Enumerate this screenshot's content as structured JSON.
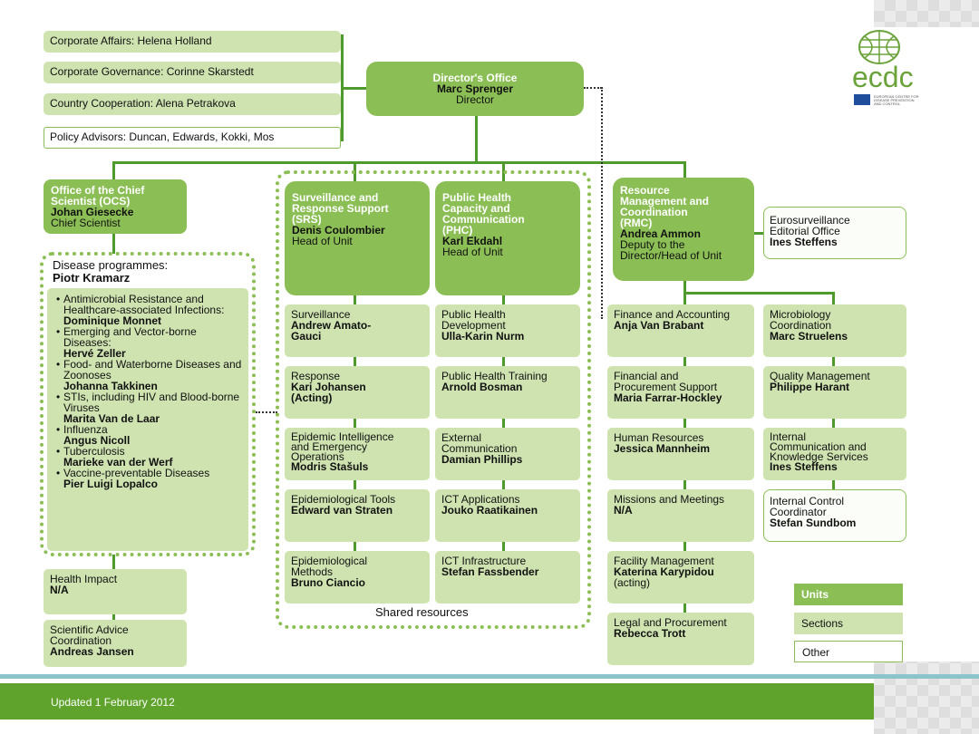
{
  "colors": {
    "unit": "#8bbf55",
    "section": "#cfe3b0",
    "connector": "#4f9a2d",
    "footer": "#5fa32c"
  },
  "top_sections": [
    "Corporate Affairs: Helena Holland",
    "Corporate Governance: Corinne Skarstedt",
    "Country Cooperation: Alena Petrakova"
  ],
  "policy_advisors": "Policy Advisors: Duncan, Edwards, Kokki, Mos",
  "director": {
    "title": "Director's Office",
    "name": "Marc Sprenger",
    "role": "Director"
  },
  "ocs": {
    "title1": "Office of the Chief",
    "title2": "Scientist (OCS)",
    "name": "Johan Giesecke",
    "role": "Chief Scientist"
  },
  "disease": {
    "title": "Disease programmes:",
    "head": "Piotr Kramarz",
    "programmes": [
      {
        "label": "Antimicrobial Resistance and Healthcare-associated Infections:",
        "name": "Dominique Monnet"
      },
      {
        "label": "Emerging and Vector-borne Diseases:",
        "name": "Hervé Zeller"
      },
      {
        "label": "Food- and Waterborne Diseases and Zoonoses",
        "name": "Johanna Takkinen"
      },
      {
        "label": "STIs, including HIV and Blood-borne Viruses",
        "name": "Marita Van de Laar"
      },
      {
        "label": "Influenza",
        "name": "Angus Nicoll"
      },
      {
        "label": "Tuberculosis",
        "name": "Marieke van der Werf"
      },
      {
        "label": "Vaccine-preventable Diseases",
        "name": "Pier Luigi Lopalco"
      }
    ]
  },
  "health_impact": {
    "label": "Health Impact",
    "name": "N/A"
  },
  "scientific_advice": {
    "label1": "Scientific Advice",
    "label2": "Coordination",
    "name": "Andreas Jansen"
  },
  "srs": {
    "t1": "Surveillance and",
    "t2": "Response Support",
    "t3": "(SRS)",
    "name": "Denis Coulombier",
    "role": "Head of Unit"
  },
  "phc": {
    "t1": "Public Health",
    "t2": "Capacity and",
    "t3": "Communication",
    "t4": "(PHC)",
    "name": "Karl Ekdahl",
    "role": "Head of Unit"
  },
  "rmc": {
    "t1": "Resource",
    "t2": "Management and",
    "t3": "Coordination",
    "t4": "(RMC)",
    "name": "Andrea Ammon",
    "role1": "Deputy to the",
    "role2": "Director/Head of Unit"
  },
  "eurosurveillance": {
    "l1": "Eurosurveillance",
    "l2": "Editorial Office",
    "name": "Ines Steffens"
  },
  "srs_sections": [
    {
      "l1": "Surveillance",
      "l2": "",
      "name1": "Andrew Amato-",
      "name2": "Gauci"
    },
    {
      "l1": "Response",
      "l2": "",
      "name1": "Kari Johansen",
      "name2": "(Acting)"
    },
    {
      "l1": "Epidemic Intelligence",
      "l2": "and Emergency",
      "l3": "Operations",
      "name1": "Modris Stašuls",
      "name2": ""
    },
    {
      "l1": "Epidemiological Tools",
      "l2": "",
      "name1": "Edward van Straten",
      "name2": ""
    },
    {
      "l1": "Epidemiological",
      "l2": "Methods",
      "name1": "Bruno Ciancio",
      "name2": ""
    }
  ],
  "phc_sections": [
    {
      "l1": "Public Health",
      "l2": "Development",
      "name": "Ulla-Karin Nurm"
    },
    {
      "l1": "Public Health Training",
      "l2": "",
      "name": "Arnold Bosman"
    },
    {
      "l1": "External",
      "l2": "Communication",
      "name": "Damian Phillips"
    },
    {
      "l1": "ICT Applications",
      "l2": "",
      "name": "Jouko Raatikainen"
    },
    {
      "l1": "ICT Infrastructure",
      "l2": "",
      "name": "Stefan Fassbender"
    }
  ],
  "shared_resources": "Shared resources",
  "rmc_sections": [
    {
      "l1": "Finance and Accounting",
      "l2": "",
      "name": "Anja Van Brabant",
      "extra": ""
    },
    {
      "l1": "Financial and",
      "l2": "Procurement Support",
      "name": "Maria Farrar-Hockley",
      "extra": ""
    },
    {
      "l1": "Human Resources",
      "l2": "",
      "name": "Jessica Mannheim",
      "extra": ""
    },
    {
      "l1": "Missions and Meetings",
      "l2": "",
      "name": "N/A",
      "extra": ""
    },
    {
      "l1": "Facility Management",
      "l2": "",
      "name": "Katerina Karypidou",
      "extra": "(acting)"
    },
    {
      "l1": "Legal and Procurement",
      "l2": "",
      "name": "Rebecca Trott",
      "extra": ""
    }
  ],
  "rmc_right_sections": [
    {
      "l1": "Microbiology",
      "l2": "Coordination",
      "l3": "",
      "name": "Marc Struelens"
    },
    {
      "l1": "Quality Management",
      "l2": "",
      "l3": "",
      "name": "Philippe Harant"
    },
    {
      "l1": "Internal",
      "l2": "Communication and",
      "l3": "Knowledge Services",
      "name": "Ines Steffens"
    },
    {
      "l1": "Internal Control",
      "l2": "Coordinator",
      "l3": "",
      "name": "Stefan Sundbom"
    }
  ],
  "legend": {
    "units": "Units",
    "sections": "Sections",
    "other": "Other"
  },
  "logo": {
    "text": "ecdc",
    "sub1": "EUROPEAN CENTRE FOR",
    "sub2": "DISEASE PREVENTION",
    "sub3": "AND CONTROL"
  },
  "footer": "Updated 1 February 2012"
}
